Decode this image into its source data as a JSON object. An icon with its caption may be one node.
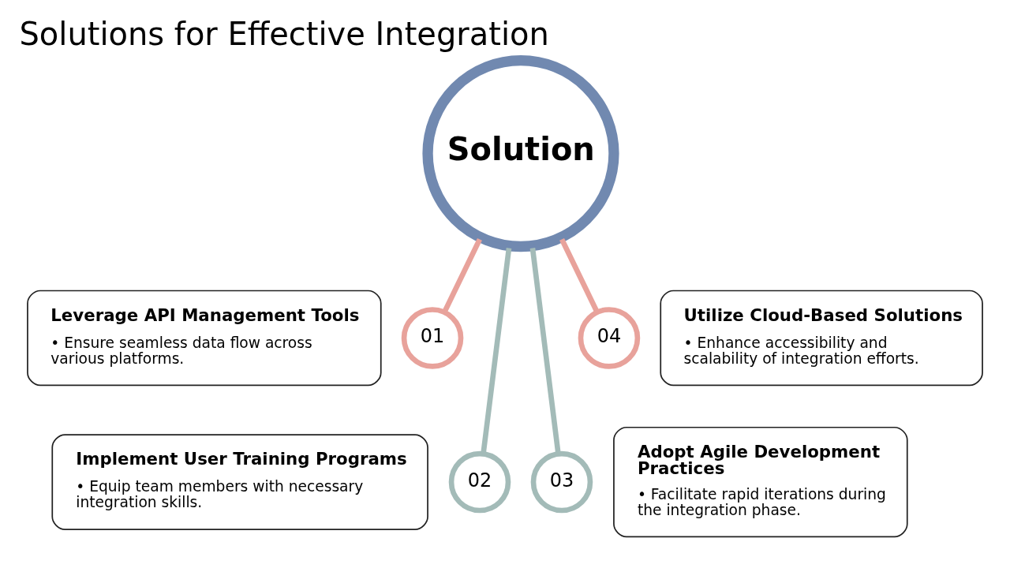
{
  "diagram": {
    "title": "Solutions for Effective Integration",
    "nodes": [
      {
        "text": [
          "Solution"
        ]
      },
      {
        "text": [
          "01"
        ]
      },
      {
        "text": [
          "Leverage API Management Tools",
          "• Ensure seamless data flow across various platforms."
        ]
      },
      {
        "text": [
          "02"
        ]
      },
      {
        "text": [
          "Implement User Training Programs",
          "• Equip team members with necessary integration skills."
        ]
      },
      {
        "text": [
          "03"
        ]
      },
      {
        "text": [
          "Adopt Agile Development Practices",
          "• Facilitate rapid iterations during the integration phase."
        ]
      },
      {
        "text": [
          "04"
        ]
      },
      {
        "text": [
          "Utilize Cloud-Based Solutions",
          "• Enhance accessibility and scalability of integration efforts."
        ]
      }
    ],
    "edges": [
      {
        "from": 0,
        "to": 1,
        "arrow": "none",
        "color": "#e8a29b"
      },
      {
        "from": 0,
        "to": 3,
        "arrow": "none",
        "color": "#a3bbb8"
      },
      {
        "from": 0,
        "to": 5,
        "arrow": "none",
        "color": "#a3bbb8"
      },
      {
        "from": 0,
        "to": 7,
        "arrow": "none",
        "color": "#e8a29b"
      }
    ]
  }
}
